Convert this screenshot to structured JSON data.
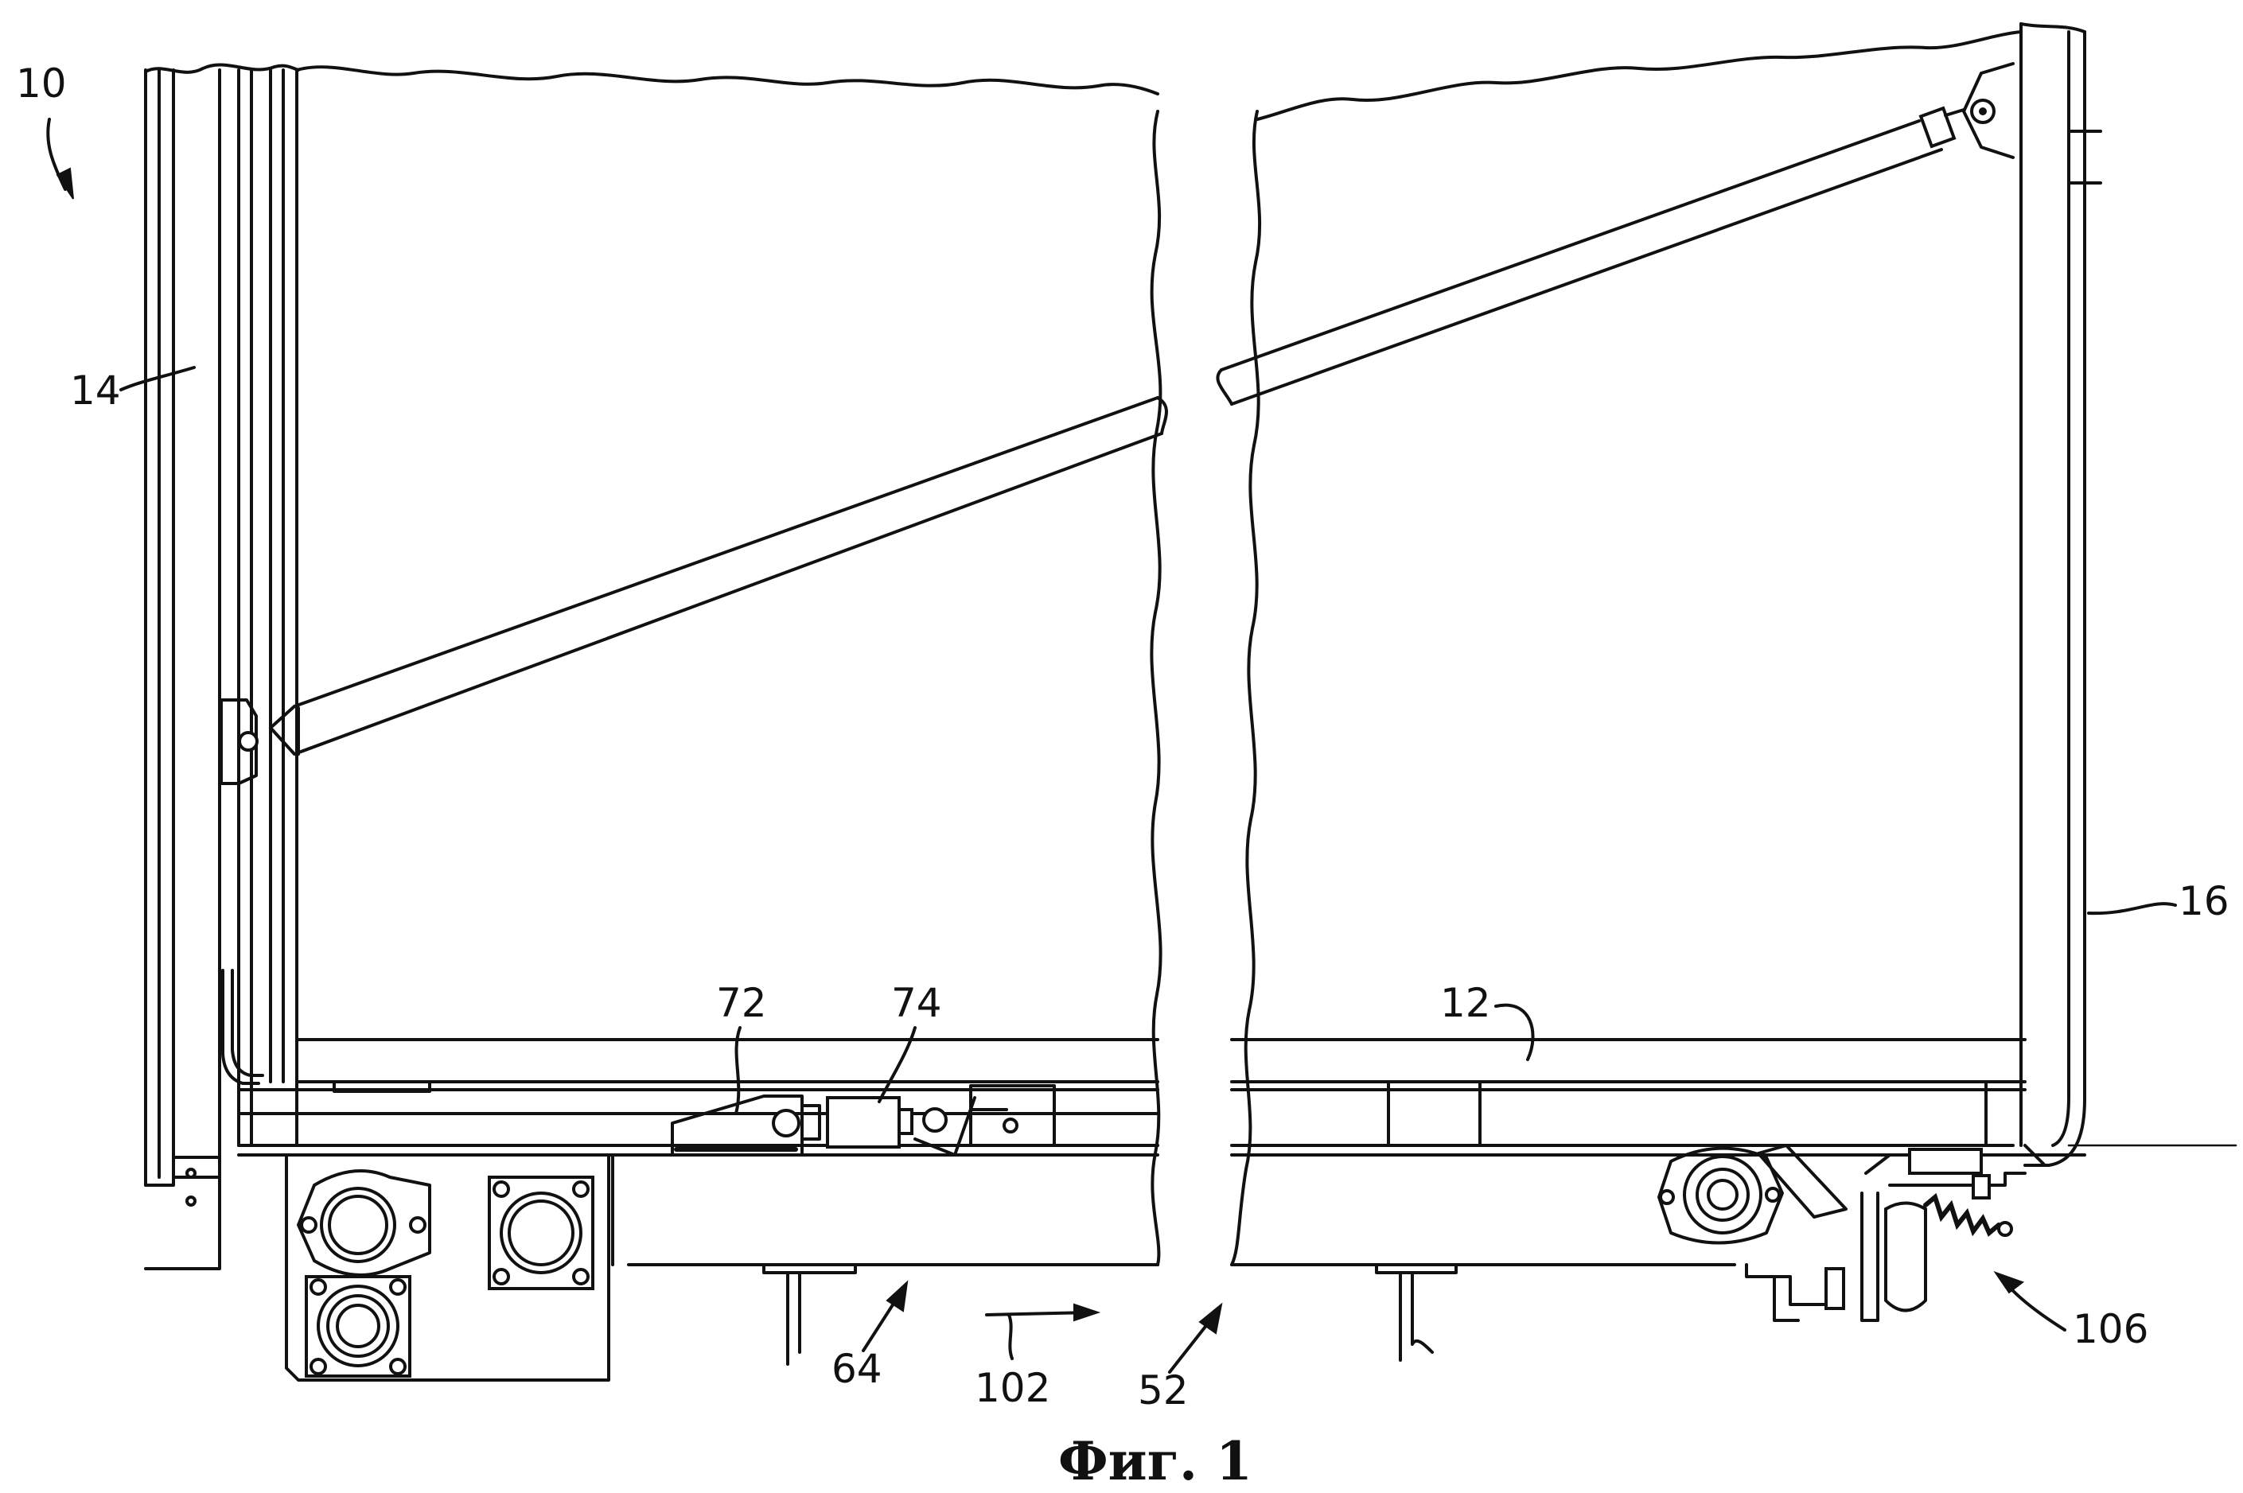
{
  "figure": {
    "caption": "Фиг. 1",
    "reference_labels": {
      "l10": "10",
      "l14": "14",
      "l16": "16",
      "l12": "12",
      "l72": "72",
      "l74": "74",
      "l64": "64",
      "l102": "102",
      "l52": "52",
      "l106": "106"
    }
  }
}
